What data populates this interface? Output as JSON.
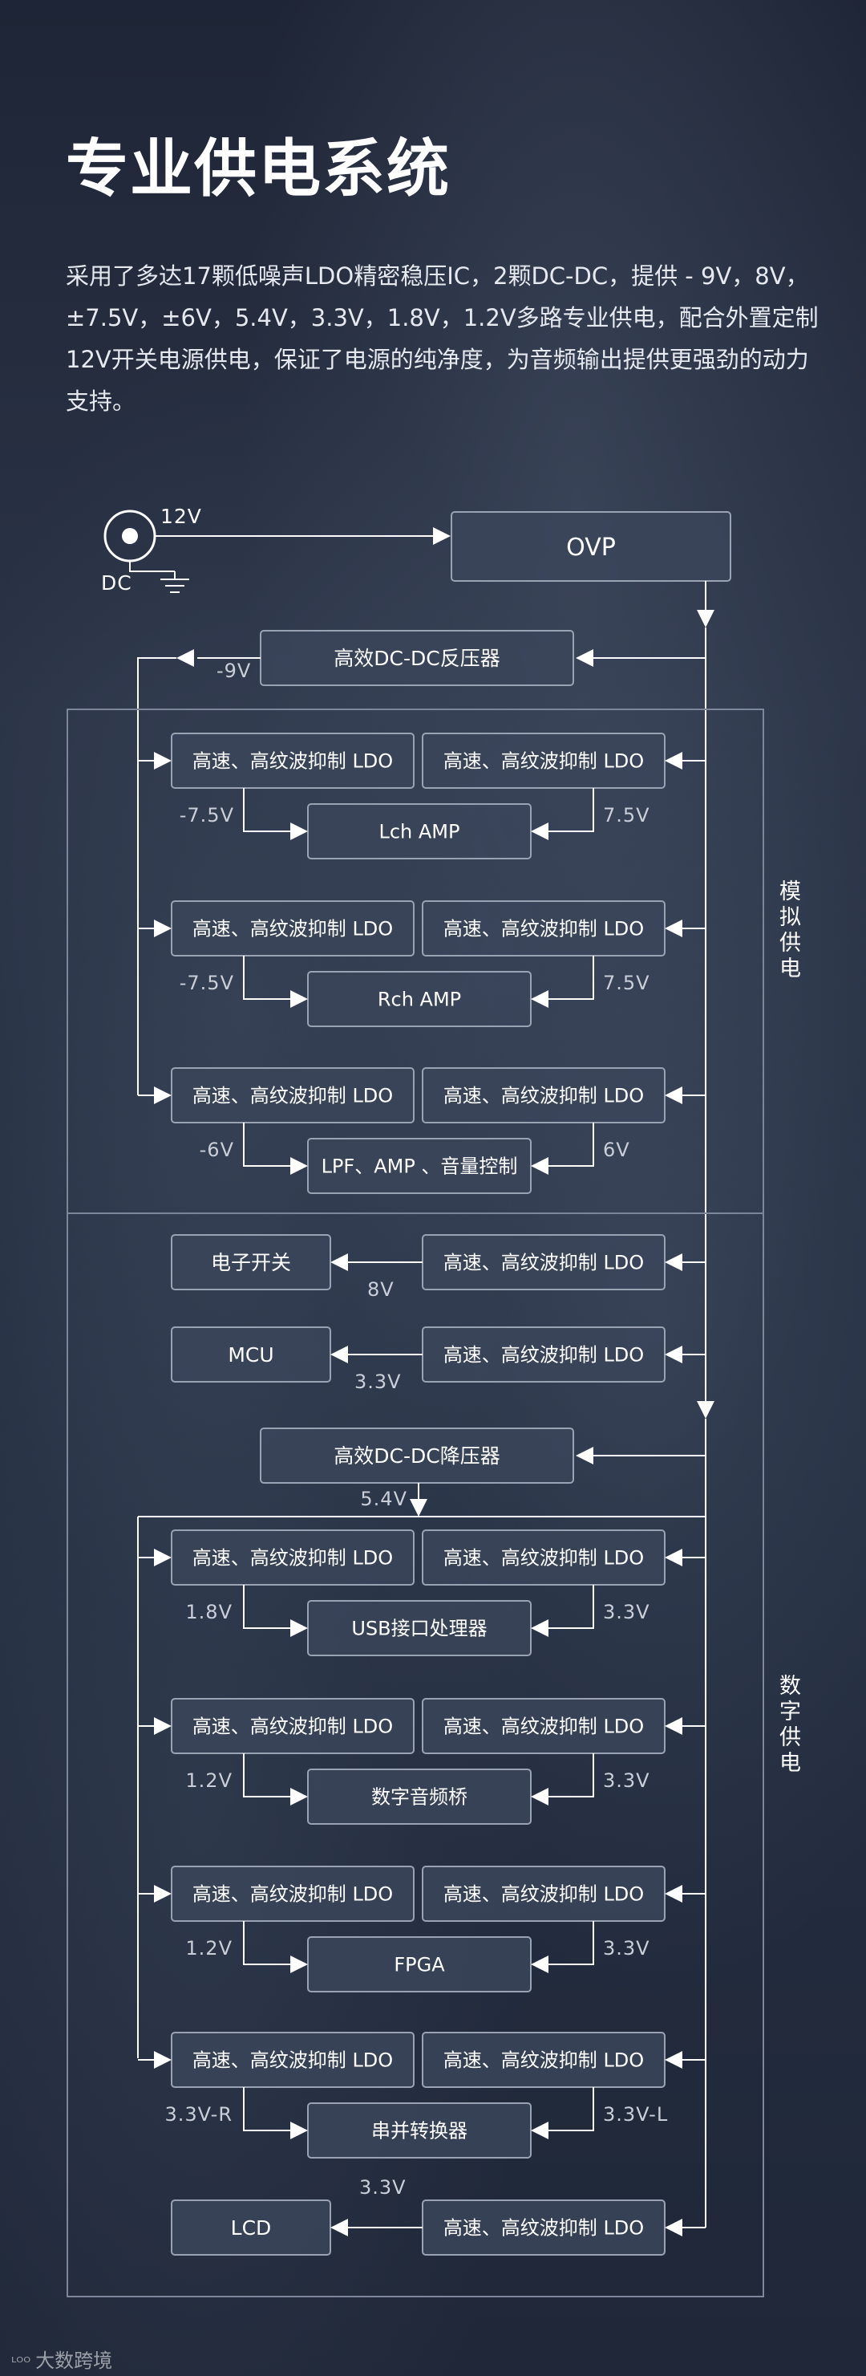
{
  "header": {
    "title": "专业供电系统",
    "description": "采用了多达17颗低噪声LDO精密稳压IC，2颗DC-DC，提供 - 9V，8V，±7.5V，±6V，5.4V，3.3V，1.8V，1.2V多路专业供电，配合外置定制12V开关电源供电，保证了电源的纯净度，为音频输出提供更强劲的动力支持。"
  },
  "input": {
    "dc_label": "DC",
    "voltage": "12V"
  },
  "ovp": "OVP",
  "dcdc_inverter": {
    "label": "高效DC-DC反压器",
    "out": "-9V"
  },
  "dcdc_buck": {
    "label": "高效DC-DC降压器",
    "out": "5.4V"
  },
  "ldo_label": "高速、高纹波抑制 LDO",
  "analog_section": {
    "label": "模拟供电",
    "rows": [
      {
        "load": "Lch AMP",
        "left_v": "-7.5V",
        "right_v": "7.5V"
      },
      {
        "load": "Rch AMP",
        "left_v": "-7.5V",
        "right_v": "7.5V"
      },
      {
        "load": "LPF、AMP 、音量控制",
        "left_v": "-6V",
        "right_v": "6V"
      }
    ]
  },
  "middle_rows": [
    {
      "load": "电子开关",
      "v": "8V"
    },
    {
      "load": "MCU",
      "v": "3.3V"
    }
  ],
  "digital_section": {
    "label": "数字供电",
    "rows": [
      {
        "load": "USB接口处理器",
        "left_v": "1.8V",
        "right_v": "3.3V"
      },
      {
        "load": "数字音频桥",
        "left_v": "1.2V",
        "right_v": "3.3V"
      },
      {
        "load": "FPGA",
        "left_v": "1.2V",
        "right_v": "3.3V"
      },
      {
        "load": "串并转换器",
        "left_v": "3.3V-R",
        "right_v": "3.3V-L"
      }
    ],
    "lcd": {
      "load": "LCD",
      "v": "3.3V"
    }
  },
  "watermark": {
    "mark": "ᴸᴼᴼ",
    "text": "大数跨境"
  },
  "colors": {
    "box_fill": "#3b455a",
    "box_stroke": "#9aa3b3",
    "line": "#ffffff",
    "voltage_text": "#c9ced8",
    "section_border": "#7d869a"
  }
}
